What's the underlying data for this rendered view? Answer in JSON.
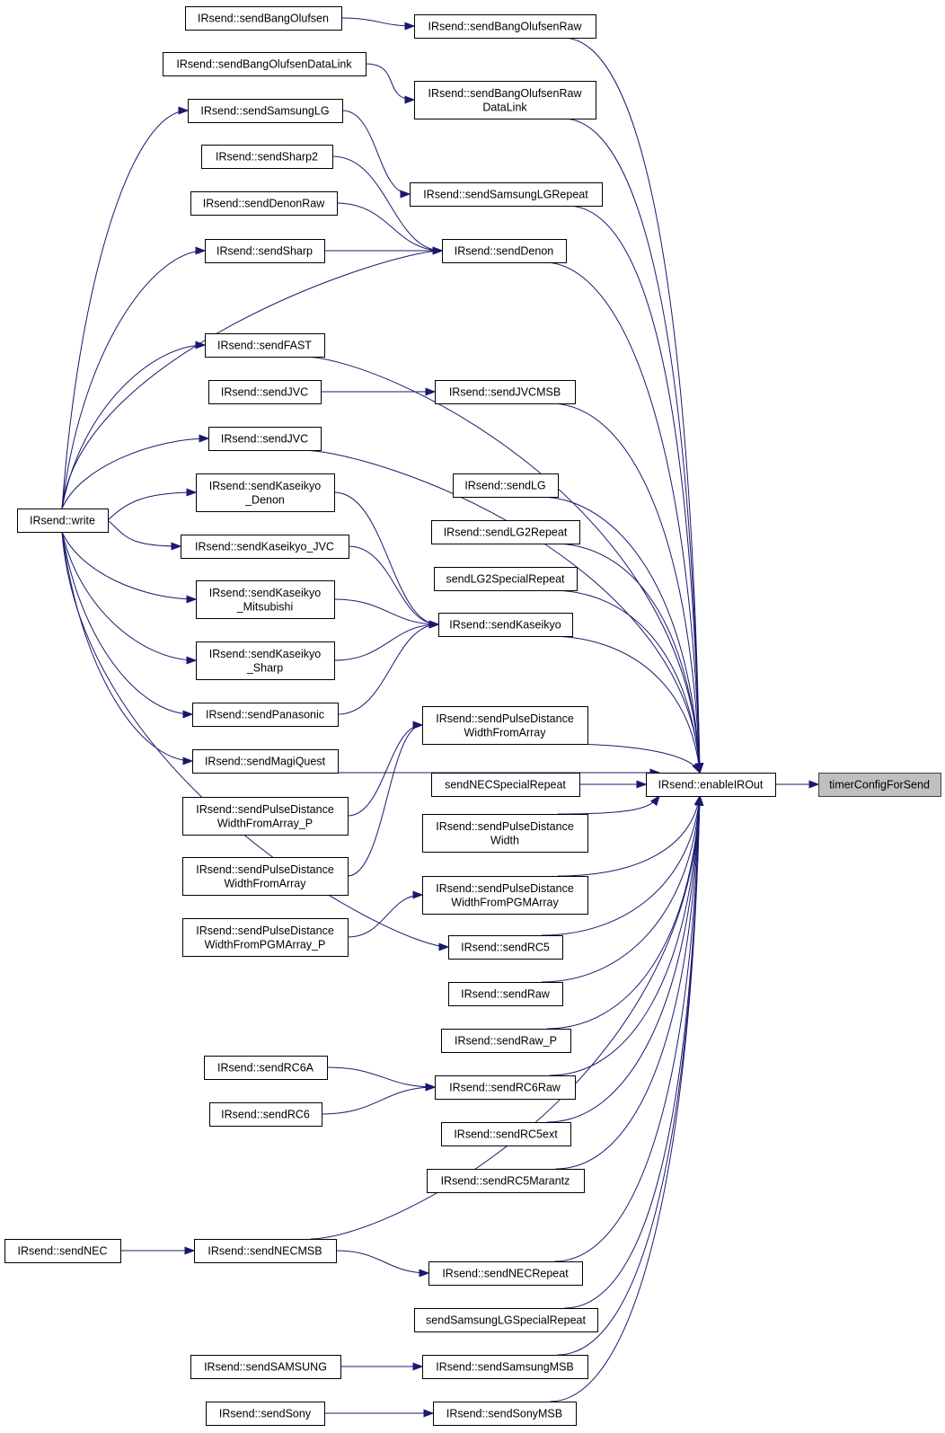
{
  "diagram": {
    "type": "call-graph",
    "nodes": [
      {
        "id": "timerConfigForSend",
        "lines": [
          "timerConfigForSend"
        ],
        "highlighted": true
      },
      {
        "id": "enableIROut",
        "lines": [
          "IRsend::enableIROut"
        ]
      },
      {
        "id": "sendBangOlufsen",
        "lines": [
          "IRsend::sendBangOlufsen"
        ]
      },
      {
        "id": "sendBangOlufsenRaw",
        "lines": [
          "IRsend::sendBangOlufsenRaw"
        ]
      },
      {
        "id": "sendBangOlufsenDataLink",
        "lines": [
          "IRsend::sendBangOlufsenDataLink"
        ]
      },
      {
        "id": "sendBangOlufsenRawDataLink",
        "lines": [
          "IRsend::sendBangOlufsenRaw",
          "DataLink"
        ]
      },
      {
        "id": "sendSamsungLG",
        "lines": [
          "IRsend::sendSamsungLG"
        ]
      },
      {
        "id": "sendSharp2",
        "lines": [
          "IRsend::sendSharp2"
        ]
      },
      {
        "id": "sendSamsungLGRepeat",
        "lines": [
          "IRsend::sendSamsungLGRepeat"
        ]
      },
      {
        "id": "sendDenonRaw",
        "lines": [
          "IRsend::sendDenonRaw"
        ]
      },
      {
        "id": "sendSharp",
        "lines": [
          "IRsend::sendSharp"
        ]
      },
      {
        "id": "sendDenon",
        "lines": [
          "IRsend::sendDenon"
        ]
      },
      {
        "id": "sendFAST",
        "lines": [
          "IRsend::sendFAST"
        ]
      },
      {
        "id": "sendJVC_a",
        "lines": [
          "IRsend::sendJVC"
        ]
      },
      {
        "id": "sendJVCMSB",
        "lines": [
          "IRsend::sendJVCMSB"
        ]
      },
      {
        "id": "sendJVC_b",
        "lines": [
          "IRsend::sendJVC"
        ]
      },
      {
        "id": "sendLG",
        "lines": [
          "IRsend::sendLG"
        ]
      },
      {
        "id": "write",
        "lines": [
          "IRsend::write"
        ]
      },
      {
        "id": "sendKaseikyo_Denon",
        "lines": [
          "IRsend::sendKaseikyo",
          "_Denon"
        ]
      },
      {
        "id": "sendLG2Repeat",
        "lines": [
          "IRsend::sendLG2Repeat"
        ]
      },
      {
        "id": "sendKaseikyo_JVC",
        "lines": [
          "IRsend::sendKaseikyo_JVC"
        ]
      },
      {
        "id": "sendLG2SpecialRepeat",
        "lines": [
          "sendLG2SpecialRepeat"
        ]
      },
      {
        "id": "sendKaseikyo_Mitsubishi",
        "lines": [
          "IRsend::sendKaseikyo",
          "_Mitsubishi"
        ]
      },
      {
        "id": "sendKaseikyo",
        "lines": [
          "IRsend::sendKaseikyo"
        ]
      },
      {
        "id": "sendKaseikyo_Sharp",
        "lines": [
          "IRsend::sendKaseikyo",
          "_Sharp"
        ]
      },
      {
        "id": "sendPanasonic",
        "lines": [
          "IRsend::sendPanasonic"
        ]
      },
      {
        "id": "sendPulseDistanceWidthFromArray",
        "lines": [
          "IRsend::sendPulseDistance",
          "WidthFromArray"
        ]
      },
      {
        "id": "sendMagiQuest",
        "lines": [
          "IRsend::sendMagiQuest"
        ]
      },
      {
        "id": "sendNECSpecialRepeat",
        "lines": [
          "sendNECSpecialRepeat"
        ]
      },
      {
        "id": "sendPulseDistanceWidthFromArray_P",
        "lines": [
          "IRsend::sendPulseDistance",
          "WidthFromArray_P"
        ]
      },
      {
        "id": "sendPulseDistanceWidth",
        "lines": [
          "IRsend::sendPulseDistance",
          "Width"
        ]
      },
      {
        "id": "sendPulseDistanceWidthFromArray2",
        "lines": [
          "IRsend::sendPulseDistance",
          "WidthFromArray"
        ]
      },
      {
        "id": "sendPulseDistanceWidthFromPGMArray",
        "lines": [
          "IRsend::sendPulseDistance",
          "WidthFromPGMArray"
        ]
      },
      {
        "id": "sendPulseDistanceWidthFromPGMArray_P",
        "lines": [
          "IRsend::sendPulseDistance",
          "WidthFromPGMArray_P"
        ]
      },
      {
        "id": "sendRC5",
        "lines": [
          "IRsend::sendRC5"
        ]
      },
      {
        "id": "sendRaw",
        "lines": [
          "IRsend::sendRaw"
        ]
      },
      {
        "id": "sendRaw_P",
        "lines": [
          "IRsend::sendRaw_P"
        ]
      },
      {
        "id": "sendRC6A",
        "lines": [
          "IRsend::sendRC6A"
        ]
      },
      {
        "id": "sendRC6Raw",
        "lines": [
          "IRsend::sendRC6Raw"
        ]
      },
      {
        "id": "sendRC6",
        "lines": [
          "IRsend::sendRC6"
        ]
      },
      {
        "id": "sendRC5ext",
        "lines": [
          "IRsend::sendRC5ext"
        ]
      },
      {
        "id": "sendRC5Marantz",
        "lines": [
          "IRsend::sendRC5Marantz"
        ]
      },
      {
        "id": "sendNEC",
        "lines": [
          "IRsend::sendNEC"
        ]
      },
      {
        "id": "sendNECMSB",
        "lines": [
          "IRsend::sendNECMSB"
        ]
      },
      {
        "id": "sendNECRepeat",
        "lines": [
          "IRsend::sendNECRepeat"
        ]
      },
      {
        "id": "sendSamsungLGSpecialRepeat",
        "lines": [
          "sendSamsungLGSpecialRepeat"
        ]
      },
      {
        "id": "sendSAMSUNG",
        "lines": [
          "IRsend::sendSAMSUNG"
        ]
      },
      {
        "id": "sendSamsungMSB",
        "lines": [
          "IRsend::sendSamsungMSB"
        ]
      },
      {
        "id": "sendSony",
        "lines": [
          "IRsend::sendSony"
        ]
      },
      {
        "id": "sendSonyMSB",
        "lines": [
          "IRsend::sendSonyMSB"
        ]
      }
    ],
    "edges": [
      [
        "enableIROut",
        "timerConfigForSend"
      ],
      [
        "sendBangOlufsen",
        "sendBangOlufsenRaw"
      ],
      [
        "sendBangOlufsenDataLink",
        "sendBangOlufsenRawDataLink"
      ],
      [
        "sendSamsungLG",
        "sendSamsungLGRepeat"
      ],
      [
        "sendSharp2",
        "sendDenon"
      ],
      [
        "sendDenonRaw",
        "sendDenon"
      ],
      [
        "sendSharp",
        "sendDenon"
      ],
      [
        "write",
        "sendDenon"
      ],
      [
        "write",
        "sendSamsungLG"
      ],
      [
        "write",
        "sendSharp"
      ],
      [
        "write",
        "sendFAST"
      ],
      [
        "write",
        "sendJVC_b"
      ],
      [
        "write",
        "sendKaseikyo_Denon"
      ],
      [
        "write",
        "sendKaseikyo_JVC"
      ],
      [
        "write",
        "sendKaseikyo_Mitsubishi"
      ],
      [
        "write",
        "sendKaseikyo_Sharp"
      ],
      [
        "write",
        "sendPanasonic"
      ],
      [
        "write",
        "sendMagiQuest"
      ],
      [
        "write",
        "sendRC5"
      ],
      [
        "sendJVC_a",
        "sendJVCMSB"
      ],
      [
        "sendKaseikyo_Denon",
        "sendKaseikyo"
      ],
      [
        "sendKaseikyo_JVC",
        "sendKaseikyo"
      ],
      [
        "sendKaseikyo_Mitsubishi",
        "sendKaseikyo"
      ],
      [
        "sendKaseikyo_Sharp",
        "sendKaseikyo"
      ],
      [
        "sendPanasonic",
        "sendKaseikyo"
      ],
      [
        "sendPulseDistanceWidthFromArray_P",
        "sendPulseDistanceWidthFromArray"
      ],
      [
        "sendPulseDistanceWidthFromArray2",
        "sendPulseDistanceWidthFromArray"
      ],
      [
        "sendPulseDistanceWidthFromPGMArray_P",
        "sendPulseDistanceWidthFromPGMArray"
      ],
      [
        "sendRC6A",
        "sendRC6Raw"
      ],
      [
        "sendRC6",
        "sendRC6Raw"
      ],
      [
        "sendNEC",
        "sendNECMSB"
      ],
      [
        "sendNECMSB",
        "sendNECRepeat"
      ],
      [
        "sendSAMSUNG",
        "sendSamsungMSB"
      ],
      [
        "sendSony",
        "sendSonyMSB"
      ],
      [
        "sendBangOlufsenRaw",
        "enableIROut"
      ],
      [
        "sendBangOlufsenRawDataLink",
        "enableIROut"
      ],
      [
        "sendSamsungLGRepeat",
        "enableIROut"
      ],
      [
        "sendDenon",
        "enableIROut"
      ],
      [
        "sendFAST",
        "enableIROut"
      ],
      [
        "sendJVCMSB",
        "enableIROut"
      ],
      [
        "sendJVC_b",
        "enableIROut"
      ],
      [
        "sendLG",
        "enableIROut"
      ],
      [
        "sendLG2Repeat",
        "enableIROut"
      ],
      [
        "sendLG2SpecialRepeat",
        "enableIROut"
      ],
      [
        "sendKaseikyo",
        "enableIROut"
      ],
      [
        "sendMagiQuest",
        "enableIROut"
      ],
      [
        "sendPulseDistanceWidthFromArray",
        "enableIROut"
      ],
      [
        "sendNECSpecialRepeat",
        "enableIROut"
      ],
      [
        "sendPulseDistanceWidth",
        "enableIROut"
      ],
      [
        "sendPulseDistanceWidthFromPGMArray",
        "enableIROut"
      ],
      [
        "sendRC5",
        "enableIROut"
      ],
      [
        "sendRaw",
        "enableIROut"
      ],
      [
        "sendRaw_P",
        "enableIROut"
      ],
      [
        "sendRC6Raw",
        "enableIROut"
      ],
      [
        "sendRC5ext",
        "enableIROut"
      ],
      [
        "sendRC5Marantz",
        "enableIROut"
      ],
      [
        "sendNECMSB",
        "enableIROut"
      ],
      [
        "sendNECRepeat",
        "enableIROut"
      ],
      [
        "sendSamsungLGSpecialRepeat",
        "enableIROut"
      ],
      [
        "sendSamsungMSB",
        "enableIROut"
      ],
      [
        "sendSonyMSB",
        "enableIROut"
      ]
    ],
    "colors": {
      "edge": "#191970",
      "node_border": "#000000",
      "highlight_fill": "#bfbfbf",
      "background": "#ffffff"
    }
  }
}
